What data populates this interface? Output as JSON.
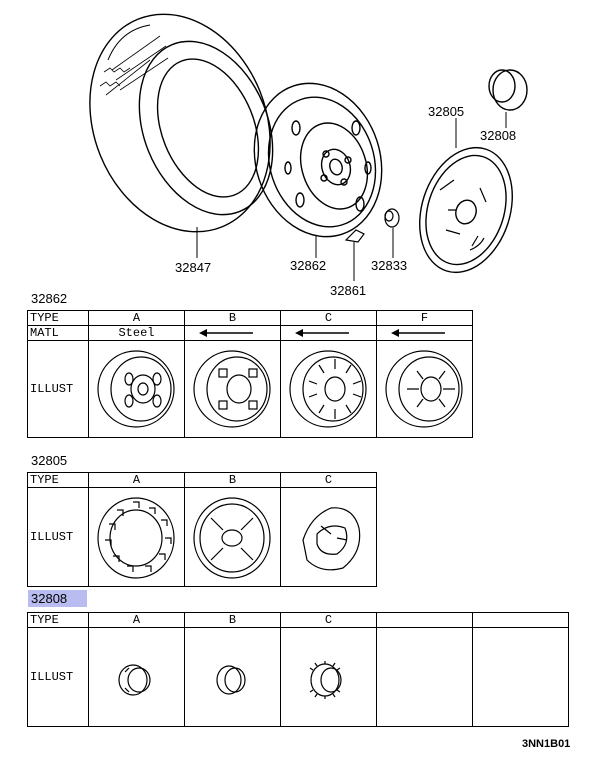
{
  "exploded": {
    "labels": {
      "p32847": "32847",
      "p32862": "32862",
      "p32861": "32861",
      "p32833": "32833",
      "p32805": "32805",
      "p32808": "32808"
    }
  },
  "table1": {
    "code": "32862",
    "type_label": "TYPE",
    "matl_label": "MATL",
    "illust_label": "ILLUST",
    "types": [
      "A",
      "B",
      "C",
      "F"
    ],
    "matl_value": "Steel"
  },
  "table2": {
    "code": "32805",
    "type_label": "TYPE",
    "illust_label": "ILLUST",
    "types": [
      "A",
      "B",
      "C"
    ]
  },
  "table3": {
    "code": "32808",
    "type_label": "TYPE",
    "illust_label": "ILLUST",
    "types": [
      "A",
      "B",
      "C",
      "",
      ""
    ]
  },
  "footer": {
    "figure_code": "3NN1B01"
  },
  "colors": {
    "highlight": "#b8bcf0",
    "ink": "#000000"
  }
}
